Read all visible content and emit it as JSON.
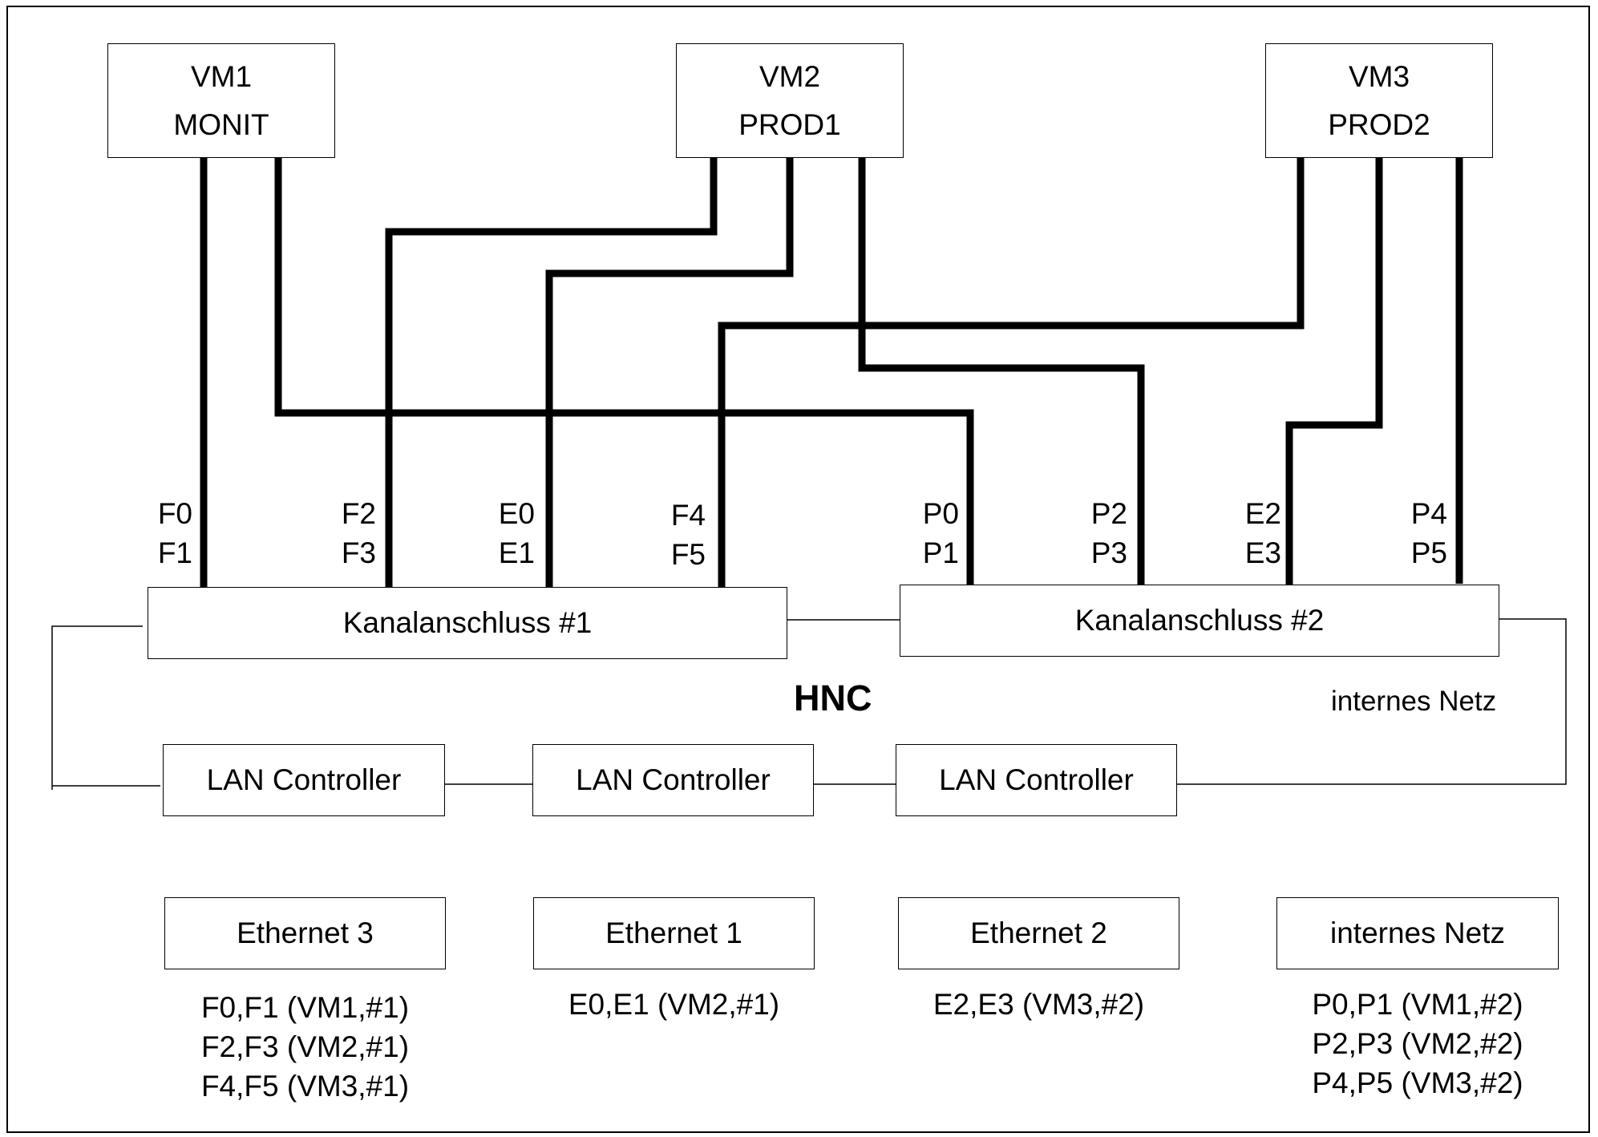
{
  "vms": [
    {
      "name": "VM1",
      "role": "MONIT"
    },
    {
      "name": "VM2",
      "role": "PROD1"
    },
    {
      "name": "VM3",
      "role": "PROD2"
    }
  ],
  "channels": [
    {
      "a": "F0",
      "b": "F1"
    },
    {
      "a": "F2",
      "b": "F3"
    },
    {
      "a": "E0",
      "b": "E1"
    },
    {
      "a": "F4",
      "b": "F5"
    },
    {
      "a": "P0",
      "b": "P1"
    },
    {
      "a": "P2",
      "b": "P3"
    },
    {
      "a": "E2",
      "b": "E3"
    },
    {
      "a": "P4",
      "b": "P5"
    }
  ],
  "kanal": [
    "Kanalanschluss #1",
    "Kanalanschluss #2"
  ],
  "hnc_label": "HNC",
  "internal_net_label": "internes Netz",
  "lan_controllers": [
    "LAN Controller",
    "LAN Controller",
    "LAN Controller"
  ],
  "networks": [
    {
      "name": "Ethernet 3",
      "mapping": [
        "F0,F1 (VM1,#1)",
        "F2,F3 (VM2,#1)",
        "F4,F5 (VM3,#1)"
      ]
    },
    {
      "name": "Ethernet 1",
      "mapping": [
        "E0,E1 (VM2,#1)"
      ]
    },
    {
      "name": "Ethernet 2",
      "mapping": [
        "E2,E3 (VM3,#2)"
      ]
    },
    {
      "name": "internes Netz",
      "mapping": [
        "P0,P1 (VM1,#2)",
        "P2,P3 (VM2,#2)",
        "P4,P5 (VM3,#2)"
      ]
    }
  ]
}
